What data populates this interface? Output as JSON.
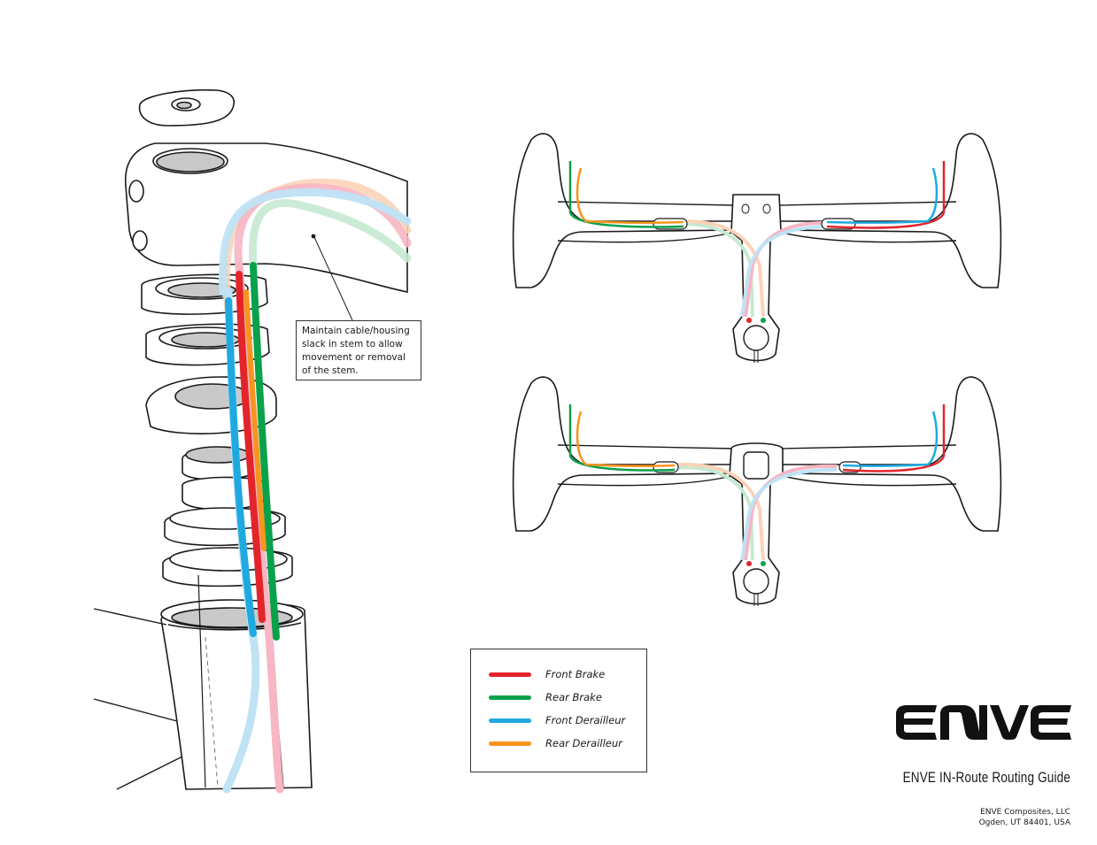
{
  "callout": {
    "lines": [
      "Maintain cable/housing",
      "slack in stem to allow",
      "movement or removal",
      "of the stem."
    ]
  },
  "legend": {
    "items": [
      {
        "label": "Front Brake",
        "color": "#e3242b"
      },
      {
        "label": "Rear Brake",
        "color": "#0aa14b"
      },
      {
        "label": "Front Derailleur",
        "color": "#1fa9e1"
      },
      {
        "label": "Rear Derailleur",
        "color": "#f7941d"
      }
    ]
  },
  "logo": {
    "text": "ENVE"
  },
  "footer": {
    "title": "ENVE IN-Route Routing Guide",
    "company": "ENVE Composites, LLC",
    "address": "Ogden, UT 84401, USA"
  },
  "colors": {
    "front_brake": "#e3242b",
    "rear_brake": "#0aa14b",
    "front_derailleur": "#1fa9e1",
    "rear_derailleur": "#f7941d",
    "line": "#1a1a1a",
    "bore": "#c9c9c9"
  }
}
